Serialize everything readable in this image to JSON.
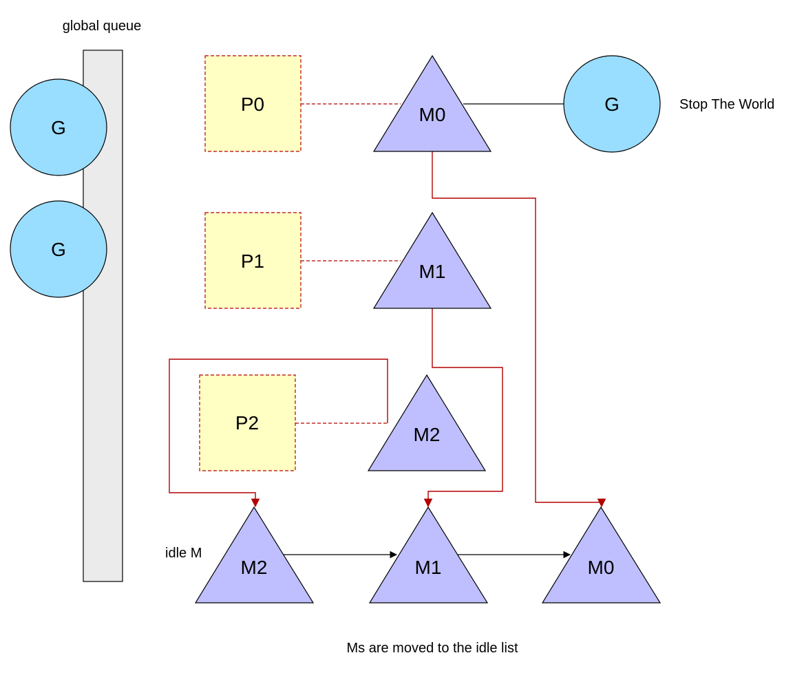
{
  "labels": {
    "global_queue": "global queue",
    "stop_the_world": "Stop The World",
    "idle_m": "idle M",
    "caption": "Ms are moved to the idle list"
  },
  "goroutines": {
    "g_queue_1": "G",
    "g_queue_2": "G",
    "g_running": "G"
  },
  "processors": {
    "p0": "P0",
    "p1": "P1",
    "p2": "P2"
  },
  "machines": {
    "m0": "M0",
    "m1": "M1",
    "m2": "M2",
    "idle_m2": "M2",
    "idle_m1": "M1",
    "idle_m0": "M0"
  },
  "colors": {
    "goroutine_fill": "#99DDFF",
    "processor_fill": "#FFFFC4",
    "processor_border": "#B20000",
    "machine_fill": "#BFBFFF",
    "queue_fill": "#EBEBEB",
    "red_link": "#B20000"
  }
}
